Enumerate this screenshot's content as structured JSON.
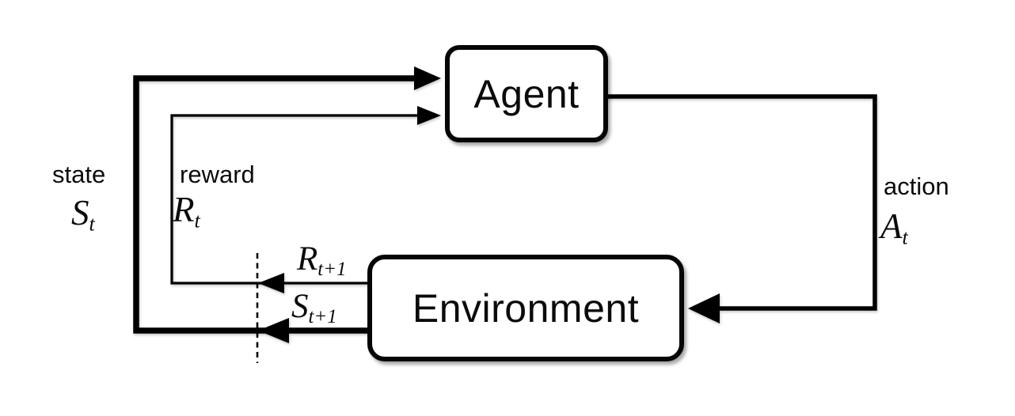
{
  "nodes": {
    "agent": {
      "label": "Agent"
    },
    "environment": {
      "label": "Environment"
    }
  },
  "edges": {
    "state": {
      "label": "state",
      "symbol_main": "S",
      "symbol_sub": "t"
    },
    "reward": {
      "label": "reward",
      "symbol_main": "R",
      "symbol_sub": "t"
    },
    "action": {
      "label": "action",
      "symbol_main": "A",
      "symbol_sub": "t"
    },
    "next_reward": {
      "symbol_main": "R",
      "symbol_sub": "t+1"
    },
    "next_state": {
      "symbol_main": "S",
      "symbol_sub": "t+1"
    }
  },
  "colors": {
    "line": "#000000",
    "node_border": "#050505",
    "node_fill": "#ffffff",
    "text": "#0b0b0b",
    "background": "#ffffff"
  }
}
